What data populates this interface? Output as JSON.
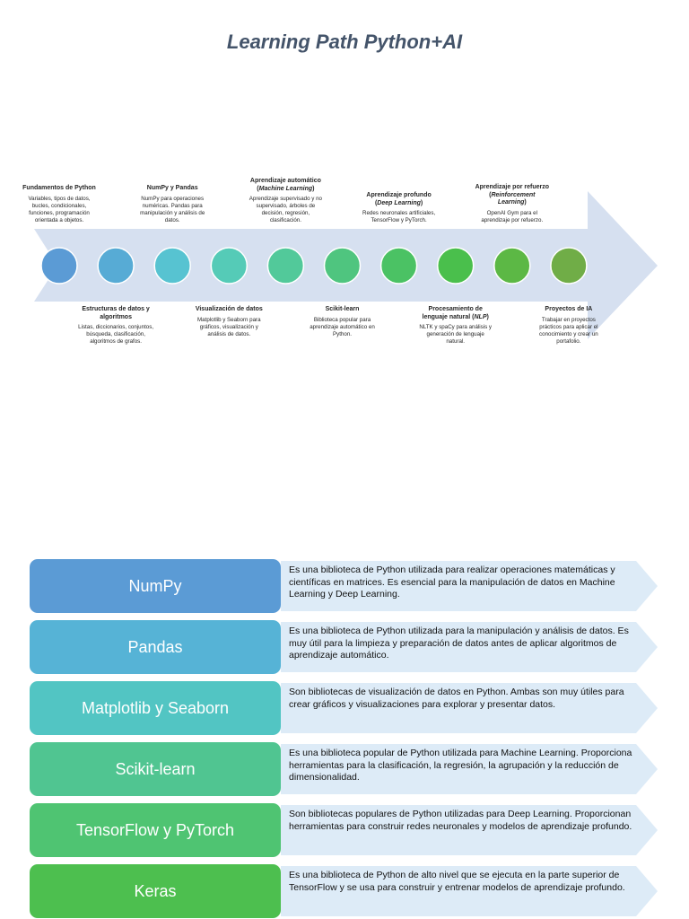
{
  "title": "Learning Path Python+AI",
  "stages": [
    {
      "title": "Fundamentos de Python",
      "desc": "Variables, tipos de datos, bucles, condicionales, funciones, programación orientada a objetos.",
      "color": "#5b9bd5",
      "pos": "top"
    },
    {
      "title": "Estructuras de datos y algoritmos",
      "desc": "Listas, diccionarios, conjuntos, búsqueda, clasificación, algoritmos de grafos.",
      "color": "#57abd5",
      "pos": "bottom"
    },
    {
      "title": "NumPy y Pandas",
      "desc": "NumPy para operaciones numéricas. Pandas para manipulación y análisis de datos.",
      "color": "#57c3d1",
      "pos": "top"
    },
    {
      "title": "Visualización de datos",
      "desc": "Matplotlib y Seaborn para gráficos, visualización y análisis de datos.",
      "color": "#55cbb7",
      "pos": "bottom"
    },
    {
      "title": "Aprendizaje automático",
      "title_em": "Machine Learning",
      "desc": "Aprendizaje supervisado y no supervisado, árboles de decisión, regresión, clasificación.",
      "color": "#52c99a",
      "pos": "top"
    },
    {
      "title": "Scikit-learn",
      "desc": "Biblioteca popular para aprendizaje automático en Python.",
      "color": "#4fc57f",
      "pos": "bottom"
    },
    {
      "title": "Aprendizaje profundo",
      "title_em": "Deep Learning",
      "desc": "Redes neuronales artificiales, TensorFlow y PyTorch.",
      "color": "#4bc264",
      "pos": "top"
    },
    {
      "title": "Procesamiento de lenguaje natural",
      "title_em": "NLP",
      "desc": "NLTK y spaCy para análisis y generación de lenguaje natural.",
      "color": "#4abf4c",
      "pos": "bottom"
    },
    {
      "title": "Aprendizaje por refuerzo",
      "title_em": "Reinforcement Learning",
      "desc": "OpenAI Gym para el aprendizaje por refuerzo.",
      "color": "#5cb845",
      "pos": "top"
    },
    {
      "title": "Proyectos de IA",
      "desc": "Trabajar en proyectos prácticos para aplicar el conocimiento y crear un portafolio.",
      "color": "#70ad47",
      "pos": "bottom"
    }
  ],
  "libraries": [
    {
      "name": "NumPy",
      "desc": "Es una biblioteca de Python utilizada para realizar operaciones matemáticas y científicas en matrices.  Es esencial para la manipulación de datos en Machine Learning y Deep Learning.",
      "color": "#5b9bd5"
    },
    {
      "name": "Pandas",
      "desc": "Es una biblioteca de Python utilizada para la manipulación y análisis de datos.  Es muy útil para la limpieza y preparación de datos antes de aplicar algoritmos de aprendizaje automático.",
      "color": "#56b3d6"
    },
    {
      "name": "Matplotlib y Seaborn",
      "desc": "Son bibliotecas de visualización de datos en Python.  Ambas son muy útiles para crear gráficos y visualizaciones para explorar y presentar datos.",
      "color": "#52c5c3"
    },
    {
      "name": "Scikit-learn",
      "desc": "Es una biblioteca popular de Python utilizada para Machine Learning.  Proporciona herramientas para la clasificación, la regresión, la agrupación y la reducción de dimensionalidad.",
      "color": "#50c591"
    },
    {
      "name": "TensorFlow y PyTorch",
      "desc": "Son bibliotecas populares de Python utilizadas para Deep Learning.  Proporcionan herramientas para construir redes neuronales y modelos de aprendizaje profundo.",
      "color": "#4fc472"
    },
    {
      "name": "Keras",
      "desc": "Es una biblioteca de Python de alto nivel que se ejecuta en la parte superior de TensorFlow y se usa para construir y entrenar modelos de aprendizaje profundo.",
      "color": "#4dbf4f"
    }
  ],
  "colors": {
    "arrow": "#d6e0f0",
    "lib_arrow": "#ddebf7",
    "circle_stroke": "#ffffff"
  }
}
